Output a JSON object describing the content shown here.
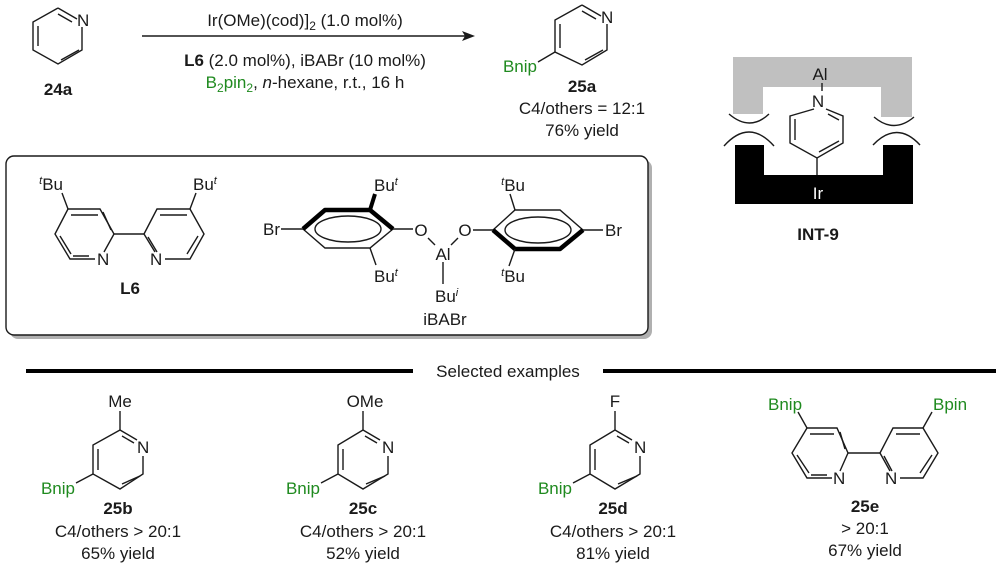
{
  "reaction": {
    "substrate_label": "24a",
    "substrate_atom": "N",
    "conditions_line1": "Ir(OMe)(cod)]",
    "conditions_line1_sub": "2",
    "conditions_line1_tail": " (1.0 mol%)",
    "conditions_line2_bold": "L6",
    "conditions_line2_rest": " (2.0 mol%), iBABr (10 mol%)",
    "conditions_line3_b": "B",
    "conditions_line3_sub1": "2",
    "conditions_line3_pin": "pin",
    "conditions_line3_sub2": "2",
    "conditions_line3_comma": ", ",
    "conditions_line3_italic": "n",
    "conditions_line3_rest": "-hexane, r.t., 16 h",
    "product_label": "25a",
    "product_group": "Bnip",
    "product_atom": "N",
    "product_selectivity": "C4/others = 12:1",
    "product_yield": "76% yield"
  },
  "reagents_box": {
    "ligand_label": "L6",
    "ligand_substituent_left": "Bu",
    "ligand_substituent_right": "Bu",
    "tbu_prefix": "t",
    "atom_N": "N",
    "lewis_acid_label": "iBABr",
    "atom_Br": "Br",
    "atom_O": "O",
    "atom_Al": "Al",
    "bu_label": "Bu",
    "bu_iso": "i"
  },
  "intermediate": {
    "label": "INT-9",
    "top_atom": "Al",
    "ring_atom": "N",
    "metal": "Ir",
    "colors": {
      "top_block": "#c0c0c0",
      "bottom_block": "#000000"
    }
  },
  "examples": {
    "header": "Selected examples",
    "items": [
      {
        "label": "25b",
        "substituent": "Me",
        "group": "Bnip",
        "selectivity": "C4/others > 20:1",
        "yield": "65% yield"
      },
      {
        "label": "25c",
        "substituent": "OMe",
        "group": "Bnip",
        "selectivity": "C4/others > 20:1",
        "yield": "52% yield"
      },
      {
        "label": "25d",
        "substituent": "F",
        "group": "Bnip",
        "selectivity": "C4/others > 20:1",
        "yield": "81% yield"
      },
      {
        "label": "25e",
        "group_left": "Bnip",
        "group_right": "Bpin",
        "selectivity": "> 20:1",
        "yield": "67% yield"
      }
    ]
  },
  "colors": {
    "boryl_green": "#1f8a1f",
    "text": "#1a1a1a"
  }
}
